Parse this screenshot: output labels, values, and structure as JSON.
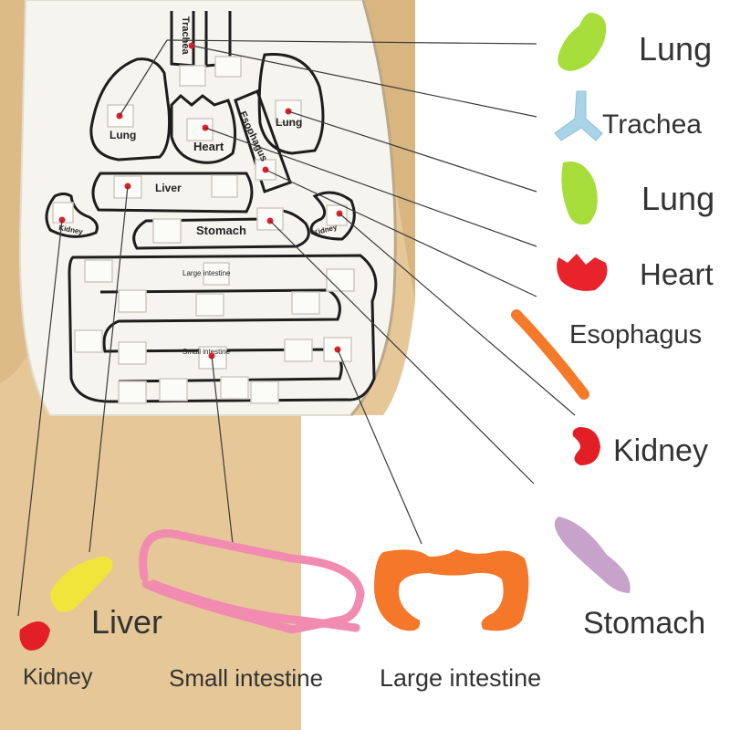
{
  "board_labels": {
    "trachea": "Trachea",
    "lung_left": "Lung",
    "lung_right": "Lung",
    "heart": "Heart",
    "esophagus": "Esophagus",
    "liver": "Liver",
    "stomach": "Stomach",
    "kidney_left": "Kidney",
    "kidney_right": "Kidney",
    "large_intestine": "Large intestine",
    "small_intestine": "Small intestine"
  },
  "pieces": {
    "lung_top": "Lung",
    "trachea": "Trachea",
    "lung_second": "Lung",
    "heart": "Heart",
    "esophagus": "Esophagus",
    "kidney_right": "Kidney",
    "stomach": "Stomach",
    "liver": "Liver",
    "kidney_bottom": "Kidney",
    "small_intestine": "Small intestine",
    "large_intestine": "Large intestine"
  },
  "colors": {
    "lung": "#a6dd3a",
    "trachea": "#a9d3e6",
    "heart": "#e8232b",
    "esophagus": "#f47a2a",
    "kidney": "#e21f26",
    "stomach": "#c7a3cc",
    "liver": "#f1e43a",
    "small_intestine": "#f18bb0",
    "large_intestine": "#f5772a",
    "plush": "#e7c99a",
    "board": "#f6f4ef",
    "outline": "#1d1d1d",
    "leader": "#3a3a3a",
    "dot": "#e0202a"
  }
}
